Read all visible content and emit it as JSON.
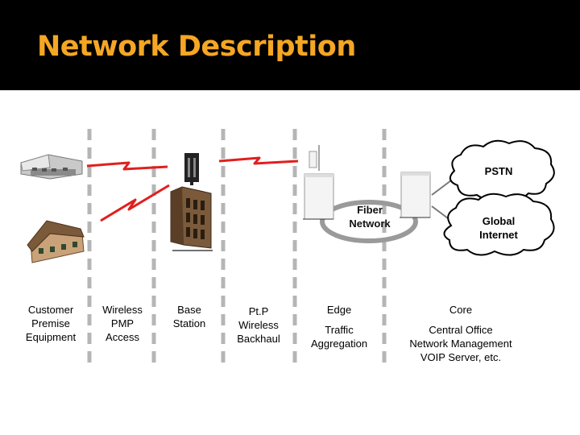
{
  "slide": {
    "title": "Network Description",
    "accent_color": "#f5a623"
  },
  "diagram": {
    "columns": [
      {
        "id": "cpe",
        "label": "Customer\nPremise\nEquipment"
      },
      {
        "id": "pmp",
        "label": "Wireless\nPMP\nAccess"
      },
      {
        "id": "bs",
        "label": "Base\nStation"
      },
      {
        "id": "ptp",
        "label": "Pt.P\nWireless\nBackhaul"
      },
      {
        "id": "edge",
        "label": "Edge",
        "sub": "Traffic\nAggregation"
      },
      {
        "id": "core",
        "label": "Core",
        "sub": "Central Office\nNetwork Management\nVOIP Server, etc."
      }
    ],
    "fiber_network": "Fiber\nNetwork",
    "clouds": [
      {
        "id": "pstn",
        "label": "PSTN"
      },
      {
        "id": "internet",
        "label": "Global\nInternet"
      }
    ],
    "link_color": "#e0201e"
  }
}
